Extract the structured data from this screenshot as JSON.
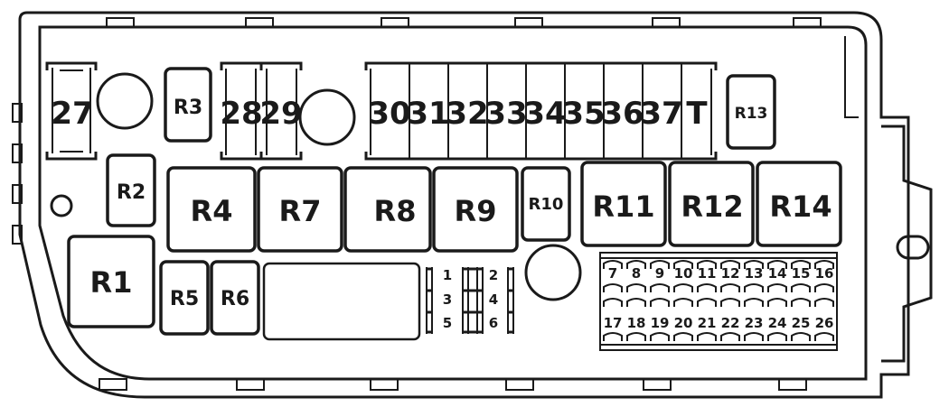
{
  "diagram": {
    "relays": {
      "r1": "R1",
      "r2": "R2",
      "r3": "R3",
      "r4": "R4",
      "r5": "R5",
      "r6": "R6",
      "r7": "R7",
      "r8": "R8",
      "r9": "R9",
      "r10": "R10",
      "r11": "R11",
      "r12": "R12",
      "r13": "R13",
      "r14": "R14"
    },
    "large_fuses": [
      "27",
      "28",
      "29",
      "30",
      "31",
      "32",
      "33",
      "34",
      "35",
      "36",
      "37",
      "T"
    ],
    "small_fuses_left": [
      "1",
      "2",
      "3",
      "4",
      "5",
      "6"
    ],
    "mini_fuses_top": [
      "7",
      "8",
      "9",
      "10",
      "11",
      "12",
      "13",
      "14",
      "15",
      "16"
    ],
    "mini_fuses_bottom": [
      "17",
      "18",
      "19",
      "20",
      "21",
      "22",
      "23",
      "24",
      "25",
      "26"
    ],
    "colors": {
      "line": "#1a1a1a",
      "background": "#ffffff"
    }
  }
}
